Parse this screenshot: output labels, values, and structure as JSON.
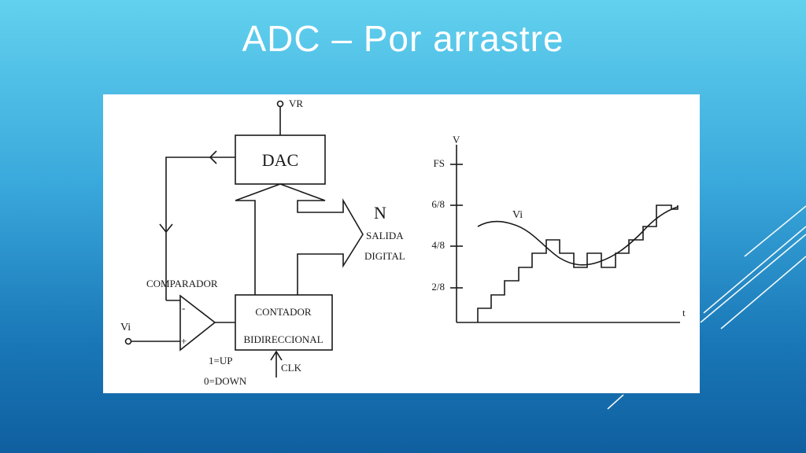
{
  "slide": {
    "title": "ADC – Por arrastre"
  },
  "circuit": {
    "vr_label": "VR",
    "dac_label": "DAC",
    "n_label": "N",
    "salida_label": "SALIDA",
    "digital_label": "DIGITAL",
    "comparador_label": "COMPARADOR",
    "vi_label": "Vi",
    "minus_sign": "-",
    "plus_sign": "+",
    "contador_label": "CONTADOR",
    "bidireccional_label": "BIDIRECCIONAL",
    "up_label": "1=UP",
    "down_label": "0=DOWN",
    "clk_label": "CLK"
  },
  "graph": {
    "v_label": "V",
    "t_label": "t",
    "vi_curve_label": "Vi",
    "ticks": [
      "FS",
      "6/8",
      "4/8",
      "2/8"
    ]
  },
  "colors": {
    "ink": "#1a1a1a",
    "panel_bg": "#ffffff",
    "title": "#ffffff"
  }
}
